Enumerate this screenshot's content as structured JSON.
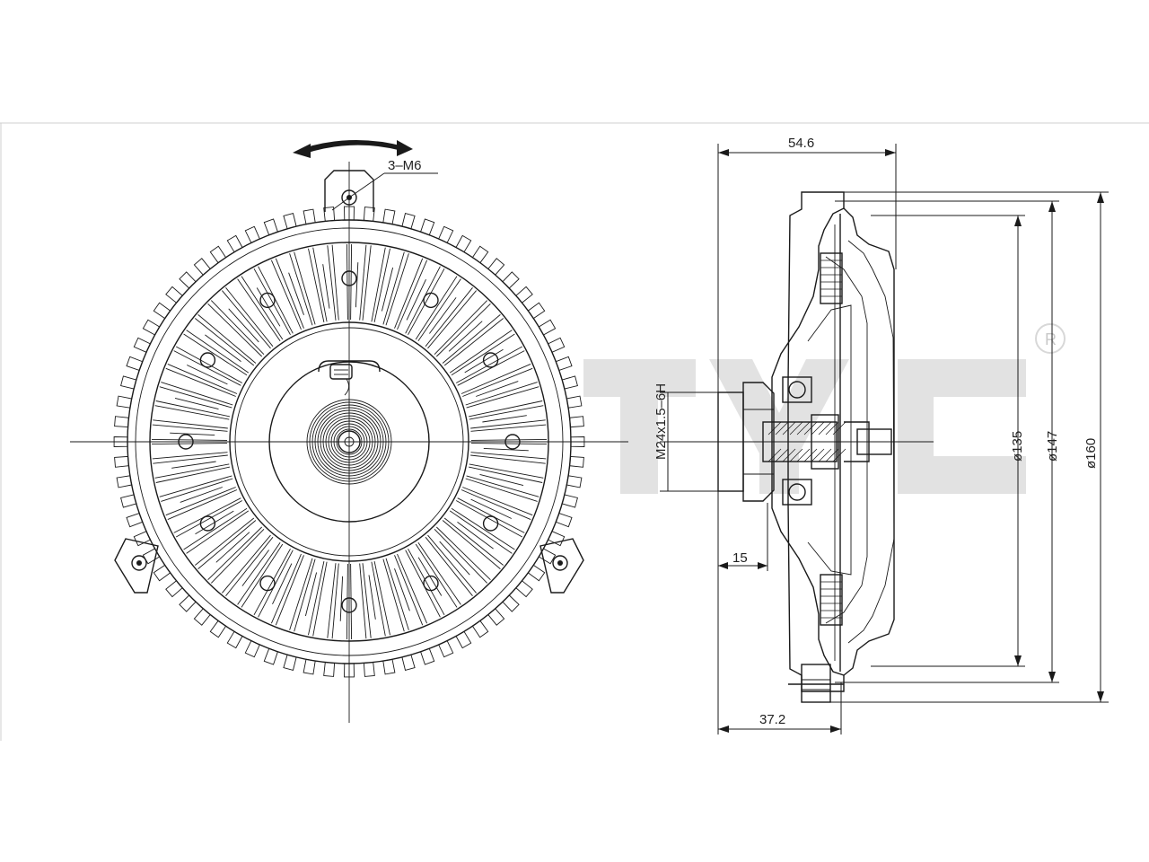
{
  "front_view": {
    "thread_callout": "3–M6",
    "rotation_arrow_icon": "rotation-arrow-icon"
  },
  "side_view": {
    "overall_width": "54.6",
    "hub_depth": "37.2",
    "flange_offset": "15",
    "shaft_thread": "M24x1.5–6H",
    "dia_inner": "ø135",
    "dia_middle": "ø147",
    "dia_outer": "ø160"
  },
  "watermark": {
    "registered_mark": "R",
    "registered_icon": "registered-trademark-icon"
  },
  "colors": {
    "ink": "#1a1a1a",
    "watermark": "#e2e2e2",
    "frame": "#cfcfcf"
  }
}
